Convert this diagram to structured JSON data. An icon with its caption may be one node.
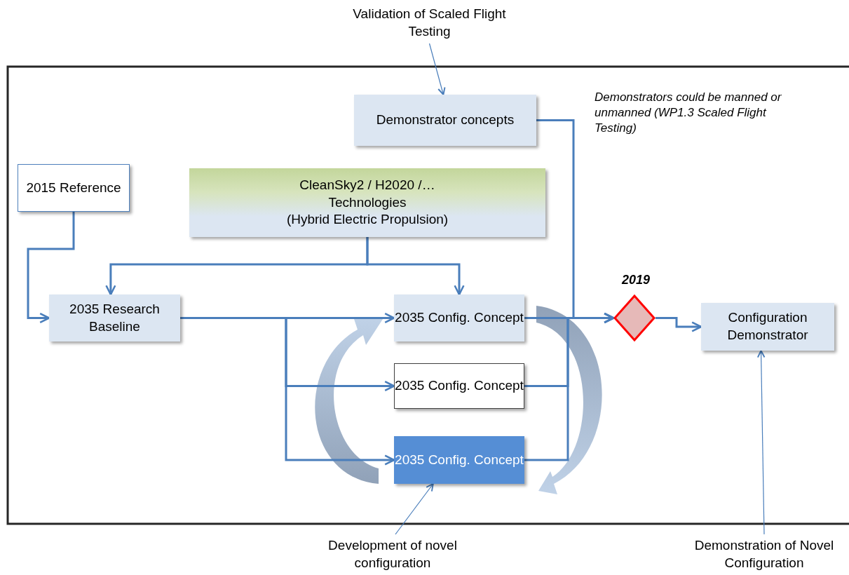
{
  "diagram": {
    "nodes": [
      {
        "text": [
          "Validation of Scaled Flight Testing"
        ]
      },
      {
        "text": [
          "Demonstrator concepts"
        ]
      },
      {
        "text": [
          "2015 Reference"
        ]
      },
      {
        "text": [
          "CleanSky2 / H2020 /…",
          "Technologies",
          "(Hybrid Electric Propulsion)"
        ]
      },
      {
        "text": [
          "2035 Research Baseline"
        ]
      },
      {
        "text": [
          "2035 Config. Concept"
        ]
      },
      {
        "text": [
          "2035 Config. Concept"
        ]
      },
      {
        "text": [
          "2035 Config. Concept"
        ]
      },
      {
        "text": [],
        "shape": "diamond",
        "beside": [
          "2019"
        ]
      },
      {
        "text": [
          "Configuration Demonstrator"
        ]
      },
      {
        "text": [
          "Development of novel configuration"
        ]
      },
      {
        "text": [
          "Demonstration of Novel Configuration"
        ]
      }
    ],
    "edges": [
      {
        "from": 0,
        "to": 1,
        "arrow": "to"
      },
      {
        "from": 2,
        "to": 4,
        "arrow": "to"
      },
      {
        "from": 3,
        "to": 4,
        "arrow": "to"
      },
      {
        "from": 3,
        "to": 5,
        "arrow": "to"
      },
      {
        "from": 4,
        "to": 5,
        "arrow": "to"
      },
      {
        "from": 4,
        "to": 6,
        "arrow": "to"
      },
      {
        "from": 4,
        "to": 7,
        "arrow": "to"
      },
      {
        "from": 1,
        "to": 8,
        "arrow": "to"
      },
      {
        "from": 5,
        "to": 8,
        "arrow": "to"
      },
      {
        "from": 6,
        "to": 8,
        "arrow": "to"
      },
      {
        "from": 7,
        "to": 8,
        "arrow": "to"
      },
      {
        "from": 8,
        "to": 9,
        "arrow": "to"
      },
      {
        "from": 10,
        "to": 7,
        "arrow": "to"
      },
      {
        "from": 11,
        "to": 9,
        "arrow": "to"
      }
    ],
    "labels": [
      "Demonstrators could be manned or unmanned (WP1.3 Scaled Flight Testing)"
    ]
  }
}
